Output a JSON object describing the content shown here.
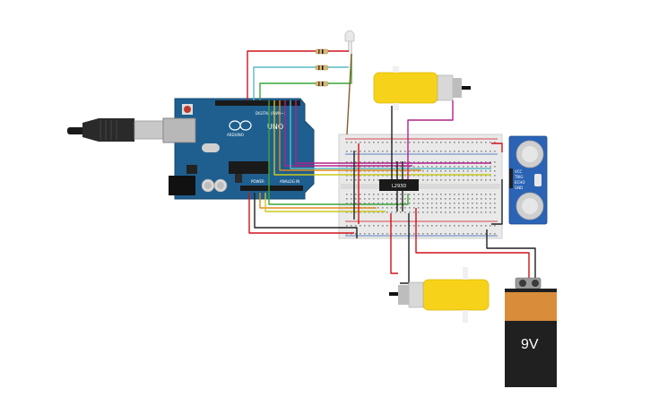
{
  "arduino": {
    "brand": "ARDUINO",
    "model": "UNO",
    "digital_label": "DIGITAL (PWM~)",
    "power_label": "POWER",
    "analog_label": "ANALOG IN",
    "board_color": "#1f5f8f"
  },
  "driver_chip": {
    "label": "L293D"
  },
  "ultrasonic": {
    "pin_labels": [
      "VCC",
      "TRIG",
      "ECHO",
      "GND"
    ]
  },
  "battery": {
    "label": "9V"
  },
  "colors": {
    "red_wire": "#d0121b",
    "black_wire": "#202020",
    "green_wire": "#3aa53a",
    "cyan_wire": "#5ab8c8",
    "magenta_wire": "#b0228c",
    "orange_wire": "#e08a1a",
    "yellow_wire": "#c8c81e",
    "brown_wire": "#8a5a2a",
    "motor_yellow": "#f7d21b",
    "sensor_blue": "#2b63b5",
    "battery_copper": "#d98c3a"
  },
  "icons": [
    "usb-cable-icon",
    "led-icon",
    "resistor-icon",
    "dc-motor-icon",
    "ultrasonic-sensor-icon",
    "battery-icon"
  ]
}
